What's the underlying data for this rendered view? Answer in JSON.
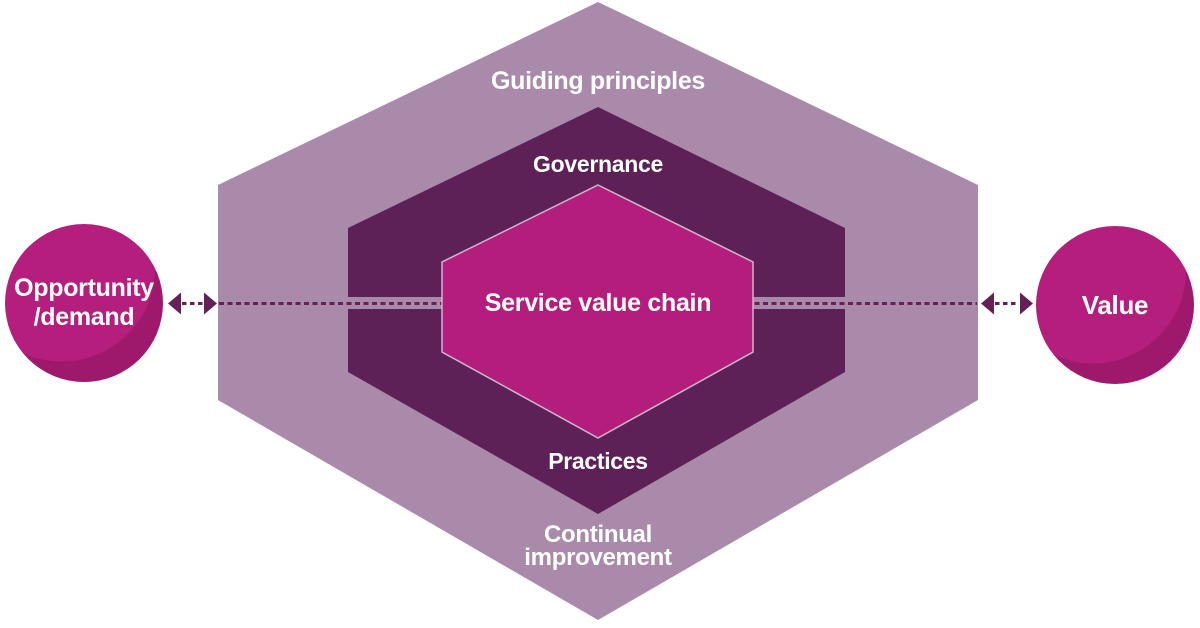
{
  "diagram": {
    "name": "service-value-system",
    "labels": {
      "guiding_principles": "Guiding principles",
      "governance": "Governance",
      "service_value_chain": "Service value chain",
      "practices": "Practices",
      "continual_improvement": "Continual\nimprovement"
    },
    "nodes": {
      "opportunity_demand": "Opportunity\n/demand",
      "value": "Value"
    },
    "colors": {
      "background": "#ffffff",
      "outer_hexagon": "#aa8aab",
      "middle_hexagon": "#5e2157",
      "inner_hexagon": "#b31d7b",
      "inner_hexagon_border": "#cdb6cd",
      "circle": "#b41e7c",
      "circle_shade": "#9e196b",
      "flow_line": "#662058",
      "label_text": "#ffffff"
    }
  }
}
